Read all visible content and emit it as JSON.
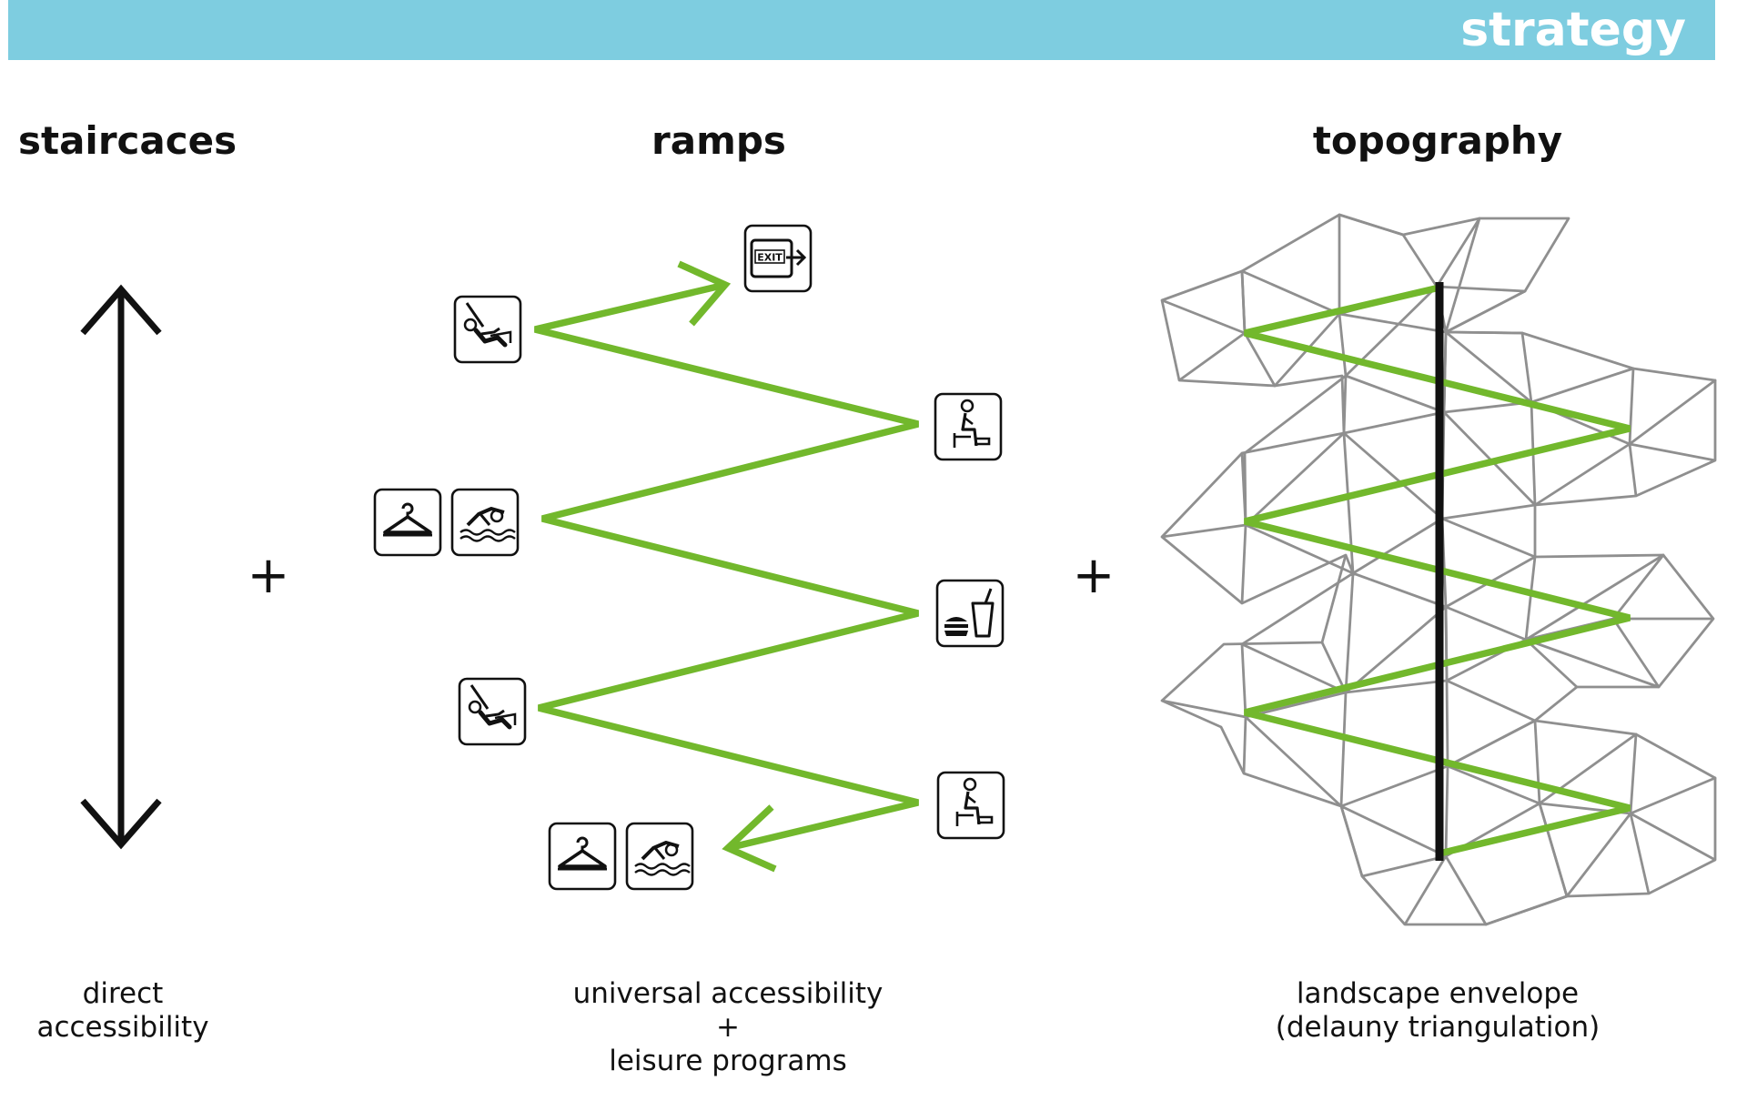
{
  "banner": {
    "title": "strategy"
  },
  "columns": {
    "staircases": {
      "title": "staircaces",
      "caption": [
        "direct",
        "accessibility"
      ]
    },
    "ramps": {
      "title": "ramps",
      "caption": [
        "universal accessibility",
        "+",
        "leisure programs"
      ]
    },
    "topography": {
      "title": "topography",
      "caption": [
        "landscape envelope",
        "(delauny triangulation)"
      ]
    }
  },
  "operators": {
    "plus_1": "+",
    "plus_2": "+"
  },
  "icons": {
    "exit_sign": "EXIT",
    "list": [
      "exit-sign-icon",
      "swing-icon",
      "seated-person-icon",
      "coat-hanger-icon",
      "swimmer-icon",
      "food-drink-icon"
    ]
  },
  "colors": {
    "banner": "#7ecde0",
    "ramp": "#72b82c",
    "mesh": "#8a8a8a",
    "ink": "#111111"
  }
}
